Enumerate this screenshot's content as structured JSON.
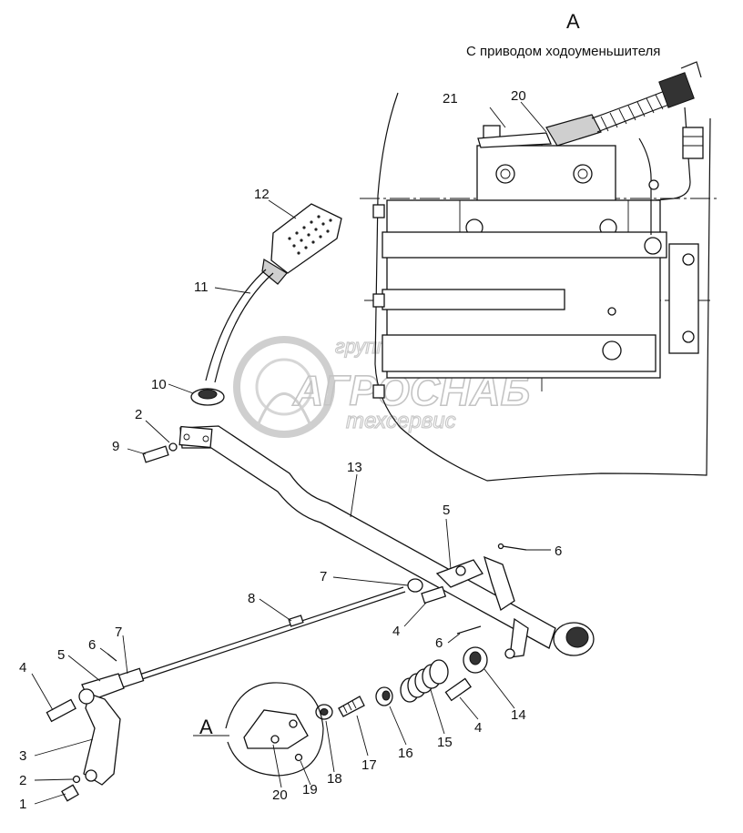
{
  "view_letter": "A",
  "view_caption": "С приводом ходоуменьшителя",
  "watermark": {
    "line1": "группа компаний",
    "line2": "АГРОСНАБ",
    "line3": "техсервис"
  },
  "callout_label": "A",
  "part_numbers": {
    "p1": "1",
    "p2a": "2",
    "p2b": "2",
    "p3": "3",
    "p4a": "4",
    "p4b": "4",
    "p4c": "4",
    "p5a": "5",
    "p5b": "5",
    "p6a": "6",
    "p6b": "6",
    "p6c": "6",
    "p7a": "7",
    "p7b": "7",
    "p8": "8",
    "p9": "9",
    "p10": "10",
    "p11": "11",
    "p12": "12",
    "p13": "13",
    "p14": "14",
    "p15": "15",
    "p16": "16",
    "p17": "17",
    "p18": "18",
    "p19": "19",
    "p20a": "20",
    "p20b": "20",
    "p21": "21"
  },
  "icons": [
    "gearbox-drawing",
    "pedal-drawing",
    "rod-drawing",
    "watermark-logo"
  ]
}
